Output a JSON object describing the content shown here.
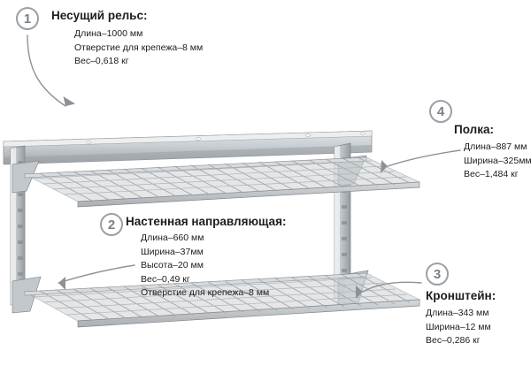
{
  "diagram": {
    "product_colors": {
      "metal_light": "#d7dadd",
      "metal_mid": "#b4b9bd",
      "metal_dark": "#8f9498",
      "wire": "#a8adb1",
      "outline": "#7d8286",
      "badge_border": "#9aa0a6",
      "badge_text": "#7a8085",
      "arrow": "#8d9297",
      "text": "#1c1c1c"
    },
    "callouts": [
      {
        "number": "1",
        "title": "Несущий рельс:",
        "specs": [
          "Длина–1000 мм",
          "Отверстие для крепежа–8 мм",
          "Вес–0,618 кг"
        ]
      },
      {
        "number": "2",
        "title": "Настенная направляющая:",
        "specs": [
          "Длина–660 мм",
          "Ширина–37мм",
          "Высота–20 мм",
          "Вес–0,49 кг",
          "Отверстие для крепежа–8 мм"
        ]
      },
      {
        "number": "3",
        "title": "Кронштейн:",
        "specs": [
          "Длина–343 мм",
          "Ширина–12 мм",
          "Вес–0,286 кг"
        ]
      },
      {
        "number": "4",
        "title": "Полка:",
        "specs": [
          "Длина–887 мм",
          "Ширина–325мм",
          "Вес–1,484 кг"
        ]
      }
    ]
  }
}
